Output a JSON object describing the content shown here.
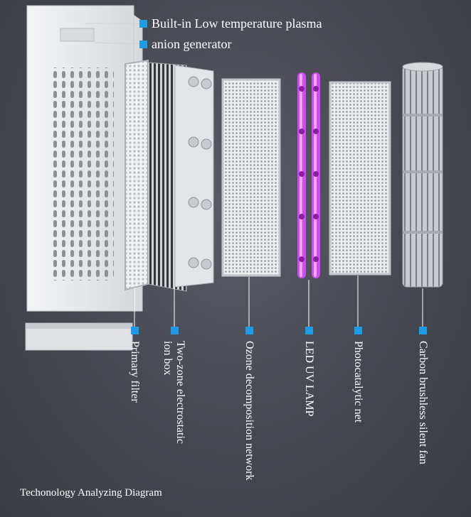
{
  "callouts": [
    {
      "text": "Built-in Low temperature plasma"
    },
    {
      "text": "anion generator"
    }
  ],
  "components": [
    {
      "label": "Primary filter"
    },
    {
      "label": "Two-zone electrostatic ion box"
    },
    {
      "label": "Ozone decomposition network"
    },
    {
      "label": "LED UV LAMP"
    },
    {
      "label": "Photocatalytic net"
    },
    {
      "label": "Carbon brushless silent fan"
    }
  ],
  "caption": "Techonology Analyzing Diagram",
  "colors": {
    "background": "#44474f",
    "marker": "#1e9be6",
    "uv_lamp": "#d24bf0",
    "housing": "#e6e7ea"
  }
}
